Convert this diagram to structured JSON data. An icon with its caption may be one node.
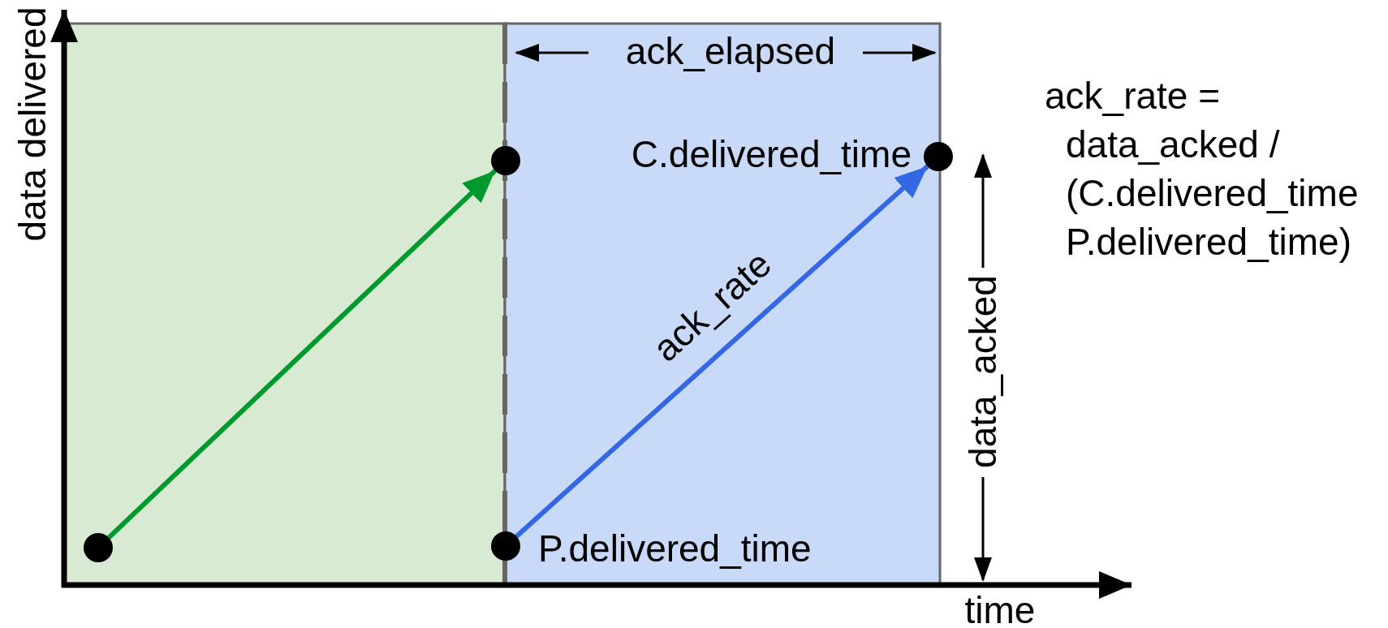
{
  "diagram": {
    "nodes": [
      {
        "text": [],
        "shape": "circle"
      },
      {
        "text": [],
        "shape": "circle"
      },
      {
        "text": [],
        "shape": "circle",
        "beside": [
          "P.delivered_time"
        ]
      },
      {
        "text": [],
        "shape": "circle",
        "beside": [
          "C.delivered_time"
        ]
      }
    ],
    "edges": [
      {
        "from": 0,
        "to": 1,
        "arrow": "to",
        "color": "#00992e"
      },
      {
        "from": 2,
        "to": 3,
        "arrow": "to",
        "label": "ack_rate",
        "color": "#3467e4"
      }
    ],
    "labels": [
      "ack_elapsed",
      "data delivered",
      "ack_rate = data_acked / (C.delivered_time P.delivered_time)",
      "data_acked",
      "time"
    ]
  }
}
